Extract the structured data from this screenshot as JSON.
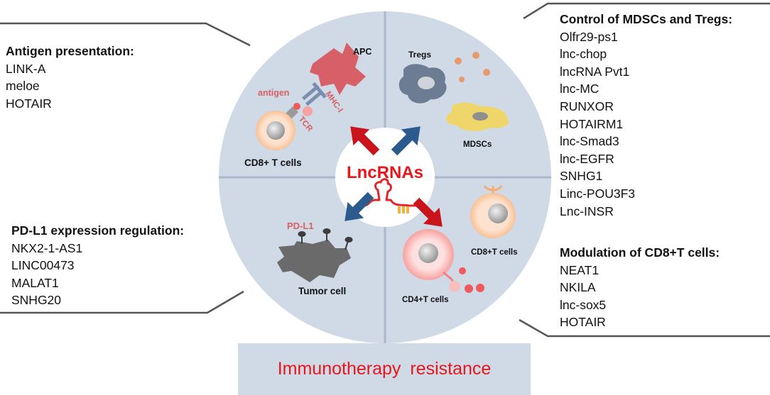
{
  "center": {
    "title": "LncRNAs"
  },
  "quadrants": {
    "apc": {
      "cell_label": "APC",
      "antigen_label": "antigen",
      "mhc_label": "MHC-I",
      "tcr_label": "TCR",
      "tcell_label": "CD8+ T cells"
    },
    "suppressor": {
      "tregs_label": "Tregs",
      "mdscs_label": "MDSCs"
    },
    "tumor": {
      "pdl1_label": "PD-L1",
      "tumor_label": "Tumor cell"
    },
    "tcells": {
      "cd8_label": "CD8+T cells",
      "cd4_label": "CD4+T cells"
    }
  },
  "blocks": {
    "antigen_presentation": {
      "heading": "Antigen presentation:",
      "items": [
        "LINK-A",
        "meloe",
        "HOTAIR"
      ]
    },
    "mdsc_tregs": {
      "heading": "Control of MDSCs and Tregs:",
      "items": [
        "Olfr29-ps1",
        "lnc-chop",
        "lncRNA Pvt1",
        "lnc-MC",
        "RUNXOR",
        "HOTAIRM1",
        "lnc-Smad3",
        "lnc-EGFR",
        "SNHG1",
        "Linc-POU3F3",
        "Lnc-INSR"
      ]
    },
    "pdl1_regulation": {
      "heading": "PD-L1 expression regulation:",
      "items": [
        "NKX2-1-AS1",
        "LINC00473",
        "MALAT1",
        "SNHG20"
      ]
    },
    "cd8_modulation": {
      "heading": "Modulation of CD8+T cells:",
      "items": [
        "NEAT1",
        "NKILA",
        "lnc-sox5",
        "HOTAIR"
      ]
    }
  },
  "footer": {
    "label": "Immunotherapy  resistance"
  },
  "colors": {
    "circle_fill": "#d0d9e6",
    "divider": "#a9b8cc",
    "center_text": "#e8161b",
    "arrow_red": "#c8141a",
    "arrow_blue": "#2a5b8c",
    "apc_red": "#d76068",
    "treg_slate": "#6c7c93",
    "mdsc_yellow": "#efd66a",
    "tumor_gray": "#6a6a6a",
    "cd8_peach": "#f7b985",
    "cd4_pink": "#f59a98"
  }
}
